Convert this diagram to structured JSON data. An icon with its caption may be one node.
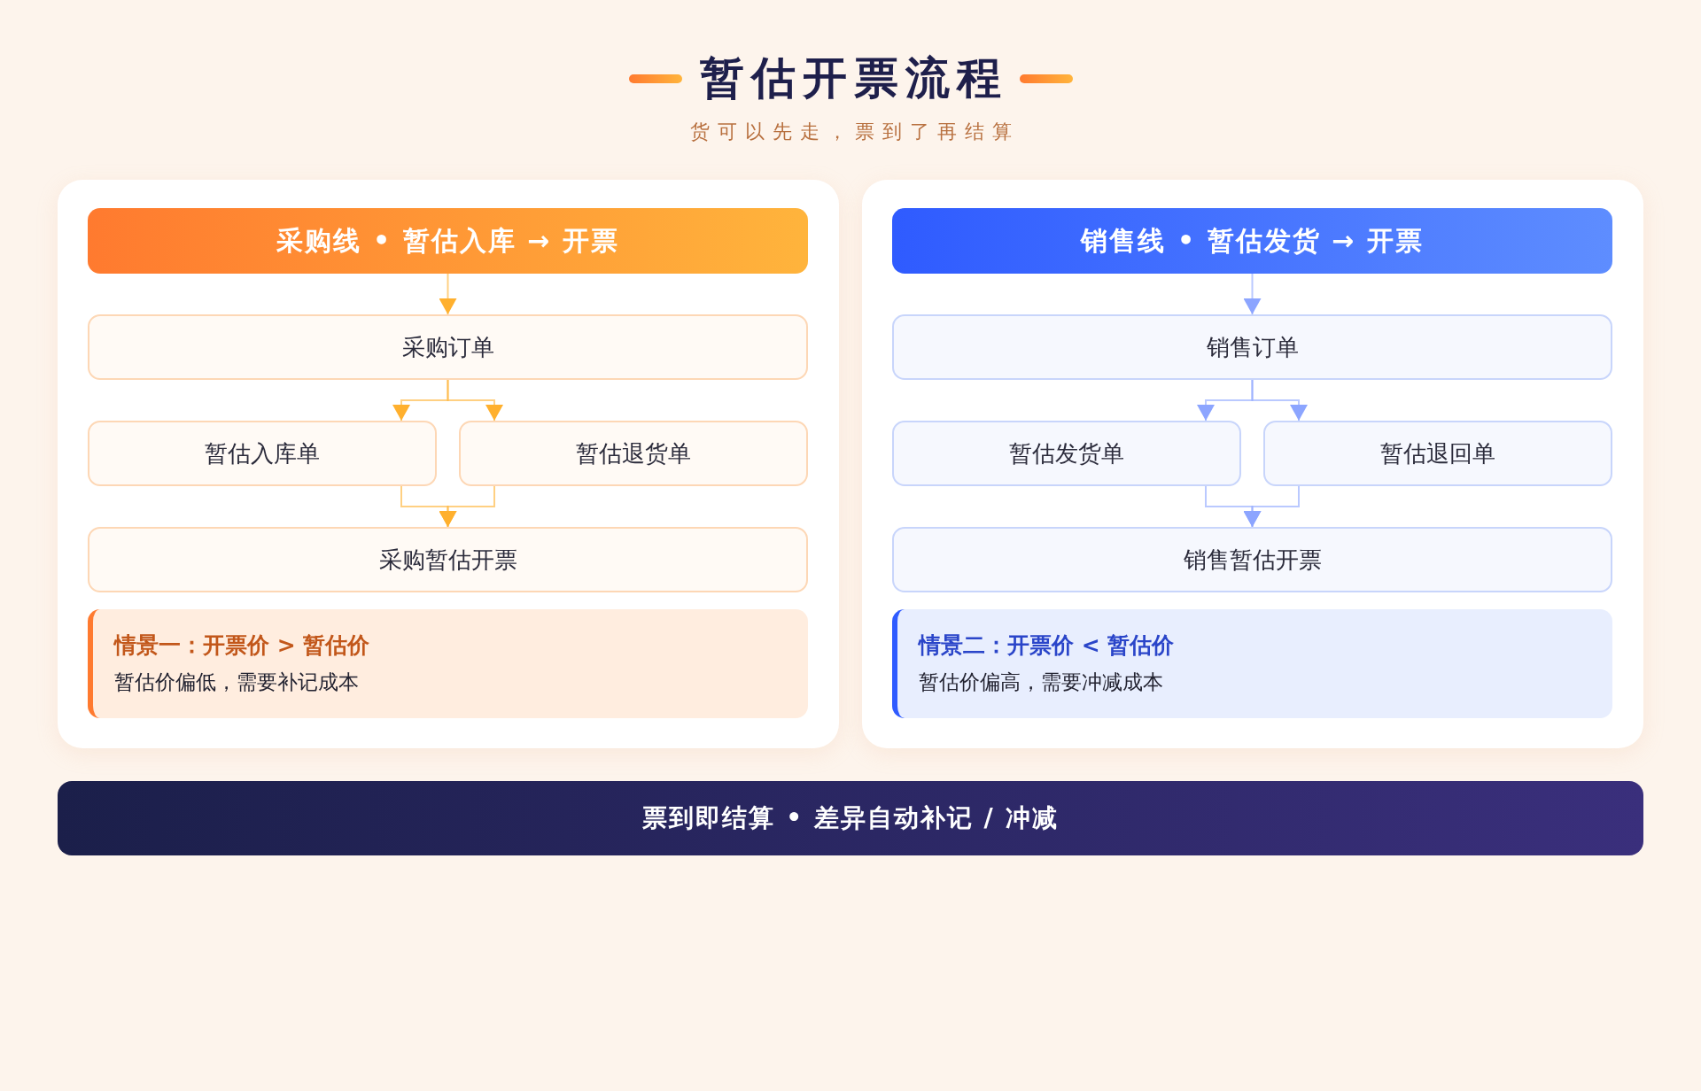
{
  "diagram": {
    "title": "暂估开票流程",
    "nodes": [
      {
        "text": [],
        "shape": "box"
      },
      {
        "text": [
          "采购线 • 暂估入库 → 开票"
        ],
        "in": 0
      },
      {
        "text": [
          "采购订单"
        ],
        "in": 0
      },
      {
        "text": [
          "暂估入库单"
        ],
        "in": 0
      },
      {
        "text": [
          "暂估退货单"
        ],
        "in": 0
      },
      {
        "text": [
          "采购暂估开票"
        ],
        "in": 0
      },
      {
        "text": [
          "情景一：开票价 > 暂估价",
          "暂估价偏低，需要补记成本"
        ],
        "in": 0
      },
      {
        "text": [],
        "shape": "box"
      },
      {
        "text": [
          "销售线 • 暂估发货 → 开票"
        ],
        "in": 7
      },
      {
        "text": [
          "销售订单"
        ],
        "in": 7
      },
      {
        "text": [
          "暂估发货单"
        ],
        "in": 7
      },
      {
        "text": [
          "暂估退回单"
        ],
        "in": 7
      },
      {
        "text": [
          "销售暂估开票"
        ],
        "in": 7
      },
      {
        "text": [
          "情景二：开票价 < 暂估价",
          "暂估价偏高，需要冲减成本"
        ],
        "in": 7
      },
      {
        "text": [
          "票到即结算 • 差异自动补记 / 冲减"
        ]
      }
    ],
    "edges": [
      {
        "from": 1,
        "to": 2,
        "arrow": "to",
        "color": "#ffb02e"
      },
      {
        "from": 2,
        "to": 3,
        "arrow": "to",
        "color": "#ffb02e"
      },
      {
        "from": 2,
        "to": 4,
        "arrow": "to",
        "color": "#ffb02e"
      },
      {
        "from": 3,
        "to": 5,
        "arrow": "to",
        "color": "#ffb02e"
      },
      {
        "from": 4,
        "to": 5,
        "arrow": "to",
        "color": "#ffb02e"
      },
      {
        "from": 8,
        "to": 9,
        "arrow": "to",
        "color": "#8ca5ff"
      },
      {
        "from": 9,
        "to": 10,
        "arrow": "to",
        "color": "#8ca5ff"
      },
      {
        "from": 9,
        "to": 11,
        "arrow": "to",
        "color": "#8ca5ff"
      },
      {
        "from": 10,
        "to": 12,
        "arrow": "to",
        "color": "#8ca5ff"
      },
      {
        "from": 11,
        "to": 12,
        "arrow": "to",
        "color": "#8ca5ff"
      }
    ],
    "labels": [
      "货可以先走，票到了再结算"
    ]
  }
}
